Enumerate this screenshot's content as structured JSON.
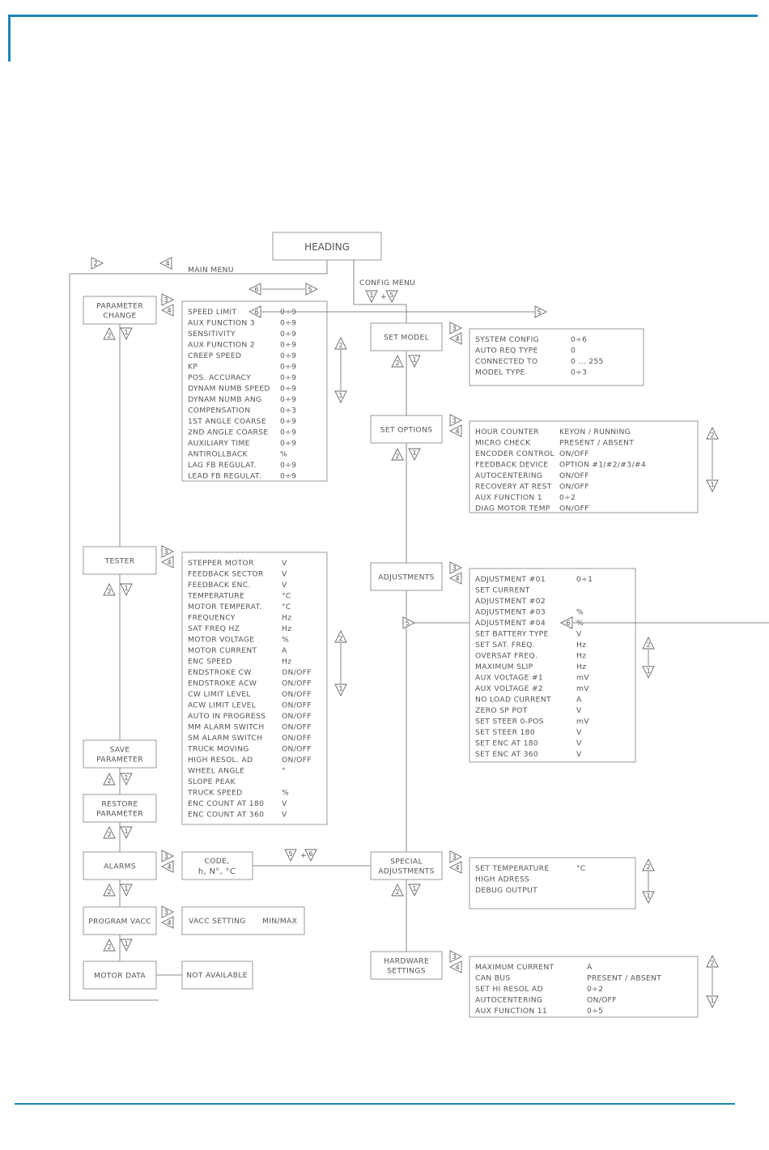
{
  "heading": "HEADING",
  "main_menu": "MAIN MENU",
  "config_menu": "CONFIG MENU",
  "keys": {
    "k1": "1",
    "k2": "2",
    "k3": "3",
    "k4": "4",
    "k5": "5",
    "k6": "6",
    "plus": "+"
  },
  "left_menu": [
    {
      "id": "parameter-change",
      "lines": [
        "PARAMETER",
        "CHANGE"
      ]
    },
    {
      "id": "tester",
      "lines": [
        "TESTER"
      ]
    },
    {
      "id": "save-parameter",
      "lines": [
        "SAVE",
        "PARAMETER"
      ]
    },
    {
      "id": "restore-parameter",
      "lines": [
        "RESTORE",
        "PARAMETER"
      ]
    },
    {
      "id": "alarms",
      "lines": [
        "ALARMS"
      ]
    },
    {
      "id": "program-vacc",
      "lines": [
        "PROGRAM VACC"
      ]
    },
    {
      "id": "motor-data",
      "lines": [
        "MOTOR DATA"
      ]
    }
  ],
  "right_menu": [
    {
      "id": "set-model",
      "lines": [
        "SET MODEL"
      ]
    },
    {
      "id": "set-options",
      "lines": [
        "SET OPTIONS"
      ]
    },
    {
      "id": "adjustments",
      "lines": [
        "ADJUSTMENTS"
      ]
    },
    {
      "id": "special-adjustments",
      "lines": [
        "SPECIAL",
        "ADJUSTMENTS"
      ]
    },
    {
      "id": "hardware-settings",
      "lines": [
        "HARDWARE",
        "SETTINGS"
      ]
    }
  ],
  "parameter_change_list": [
    [
      "SPEED LIMIT",
      "0÷9"
    ],
    [
      "AUX FUNCTION 3",
      "0÷9"
    ],
    [
      "SENSITIVITY",
      "0÷9"
    ],
    [
      "AUX FUNCTION 2",
      "0÷9"
    ],
    [
      "CREEP SPEED",
      "0÷9"
    ],
    [
      "KP",
      "0÷9"
    ],
    [
      "POS. ACCURACY",
      "0÷9"
    ],
    [
      "DYNAM NUMB SPEED",
      "0÷9"
    ],
    [
      "DYNAM NUMB ANG",
      "0÷9"
    ],
    [
      "COMPENSATION",
      "0÷3"
    ],
    [
      "1ST ANGLE COARSE",
      "0÷9"
    ],
    [
      "2ND ANGLE COARSE",
      "0÷9"
    ],
    [
      "AUXILIARY TIME",
      "0÷9"
    ],
    [
      "ANTIROLLBACK",
      "%"
    ],
    [
      "LAG FB REGULAT.",
      "0÷9"
    ],
    [
      "LEAD FB REGULAT.",
      "0÷9"
    ]
  ],
  "tester_list": [
    [
      "STEPPER MOTOR",
      "V"
    ],
    [
      "FEEDBACK SECTOR",
      "V"
    ],
    [
      "FEEDBACK ENC.",
      "V"
    ],
    [
      "TEMPERATURE",
      "°C"
    ],
    [
      "MOTOR TEMPERAT.",
      "°C"
    ],
    [
      "FREQUENCY",
      "Hz"
    ],
    [
      "SAT FREQ HZ",
      "Hz"
    ],
    [
      "MOTOR VOLTAGE",
      "%"
    ],
    [
      "MOTOR CURRENT",
      "A"
    ],
    [
      "ENC SPEED",
      "Hz"
    ],
    [
      "ENDSTROKE CW",
      "ON/OFF"
    ],
    [
      "ENDSTROKE ACW",
      "ON/OFF"
    ],
    [
      "CW LIMIT LEVEL",
      "ON/OFF"
    ],
    [
      "ACW LIMIT LEVEL",
      "ON/OFF"
    ],
    [
      "AUTO IN PROGRESS",
      "ON/OFF"
    ],
    [
      "MM ALARM SWITCH",
      "ON/OFF"
    ],
    [
      "SM ALARM SWITCH",
      "ON/OFF"
    ],
    [
      "TRUCK MOVING",
      "ON/OFF"
    ],
    [
      "HIGH RESOL. AD",
      "ON/OFF"
    ],
    [
      "WHEEL ANGLE",
      "°"
    ],
    [
      "SLOPE PEAK",
      ""
    ],
    [
      "TRUCK SPEED",
      "%"
    ],
    [
      "ENC COUNT AT 180",
      "V"
    ],
    [
      "ENC COUNT AT 360",
      "V"
    ]
  ],
  "alarms_code": [
    "CODE,",
    "h, N°, °C"
  ],
  "vacc_setting": [
    "VACC SETTING",
    "MIN/MAX"
  ],
  "not_available": "NOT AVAILABLE",
  "set_model_list": [
    [
      "SYSTEM CONFIG",
      "0÷6"
    ],
    [
      "AUTO REQ TYPE",
      "0"
    ],
    [
      "CONNECTED TO",
      "0 ... 255"
    ],
    [
      "MODEL TYPE",
      "0÷3"
    ]
  ],
  "set_options_list": [
    [
      "HOUR COUNTER",
      "KEYON / RUNNING"
    ],
    [
      "MICRO CHECK",
      "PRESENT / ABSENT"
    ],
    [
      "ENCODER CONTROL",
      "ON/OFF"
    ],
    [
      "FEEDBACK DEVICE",
      "OPTION #1/#2/#3/#4"
    ],
    [
      "AUTOCENTERING",
      "ON/OFF"
    ],
    [
      "RECOVERY AT REST",
      "ON/OFF"
    ],
    [
      "AUX FUNCTION 1",
      "0÷2"
    ],
    [
      "DIAG MOTOR TEMP",
      "ON/OFF"
    ]
  ],
  "adjustments_list": [
    [
      "ADJUSTMENT #01",
      "0÷1"
    ],
    [
      "SET CURRENT",
      ""
    ],
    [
      "ADJUSTMENT #02",
      ""
    ],
    [
      "ADJUSTMENT #03",
      "%"
    ],
    [
      "ADJUSTMENT #04",
      "%"
    ],
    [
      "SET BATTERY TYPE",
      "V"
    ],
    [
      "SET SAT. FREQ.",
      "Hz"
    ],
    [
      "OVERSAT FREQ.",
      "Hz"
    ],
    [
      "MAXIMUM SLIP",
      "Hz"
    ],
    [
      "AUX VOLTAGE #1",
      "mV"
    ],
    [
      "AUX VOLTAGE #2",
      "mV"
    ],
    [
      "NO LOAD CURRENT",
      "A"
    ],
    [
      "ZERO SP POT",
      "V"
    ],
    [
      "SET STEER 0-POS",
      "mV"
    ],
    [
      "SET STEER 180",
      "V"
    ],
    [
      "SET ENC AT 180",
      "V"
    ],
    [
      "SET ENC AT 360",
      "V"
    ]
  ],
  "special_list": [
    [
      "SET TEMPERATURE",
      "°C"
    ],
    [
      "HIGH ADRESS",
      ""
    ],
    [
      "DEBUG OUTPUT",
      ""
    ]
  ],
  "hardware_list": [
    [
      "MAXIMUM CURRENT",
      "A"
    ],
    [
      "CAN BUS",
      "PRESENT / ABSENT"
    ],
    [
      "SET HI RESOL AD",
      "0÷2"
    ],
    [
      "AUTOCENTERING",
      "ON/OFF"
    ],
    [
      "AUX FUNCTION 11",
      "0÷5"
    ]
  ]
}
